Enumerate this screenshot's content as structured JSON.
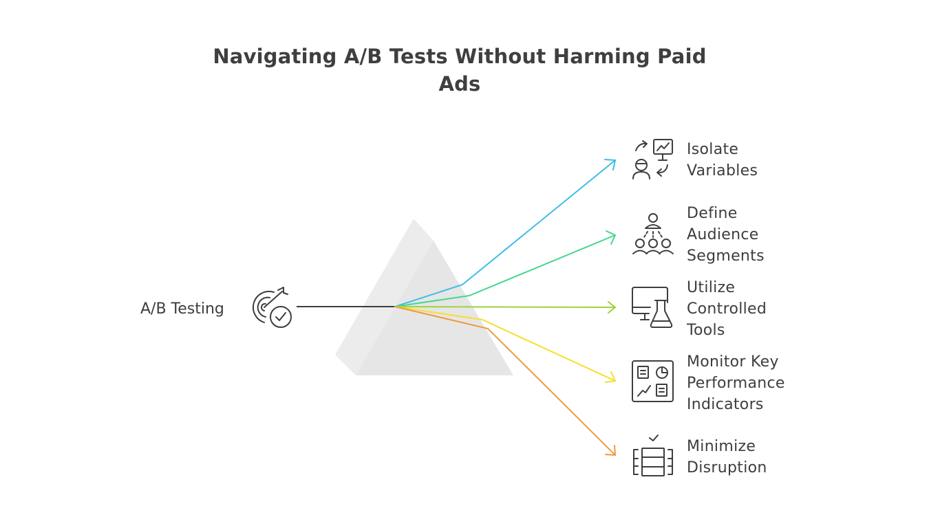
{
  "title": "Navigating A/B Tests Without Harming Paid Ads",
  "source": {
    "label": "A/B Testing",
    "icon": "target-check-icon"
  },
  "outputs": [
    {
      "label": "Isolate\nVariables",
      "icon": "isolate-variables-icon",
      "color": "#3cbde6"
    },
    {
      "label": "Define\nAudience\nSegments",
      "icon": "audience-segments-icon",
      "color": "#45d68e"
    },
    {
      "label": "Utilize\nControlled\nTools",
      "icon": "controlled-tools-icon",
      "color": "#9ad43a"
    },
    {
      "label": "Monitor Key\nPerformance\nIndicators",
      "icon": "kpi-dashboard-icon",
      "color": "#f5df2e"
    },
    {
      "label": "Minimize\nDisruption",
      "icon": "minimize-disruption-icon",
      "color": "#f09a3e"
    }
  ],
  "colors": {
    "text": "#3d3d3d",
    "prism": "#e8e8e8",
    "input_line": "#3d3d3d"
  }
}
